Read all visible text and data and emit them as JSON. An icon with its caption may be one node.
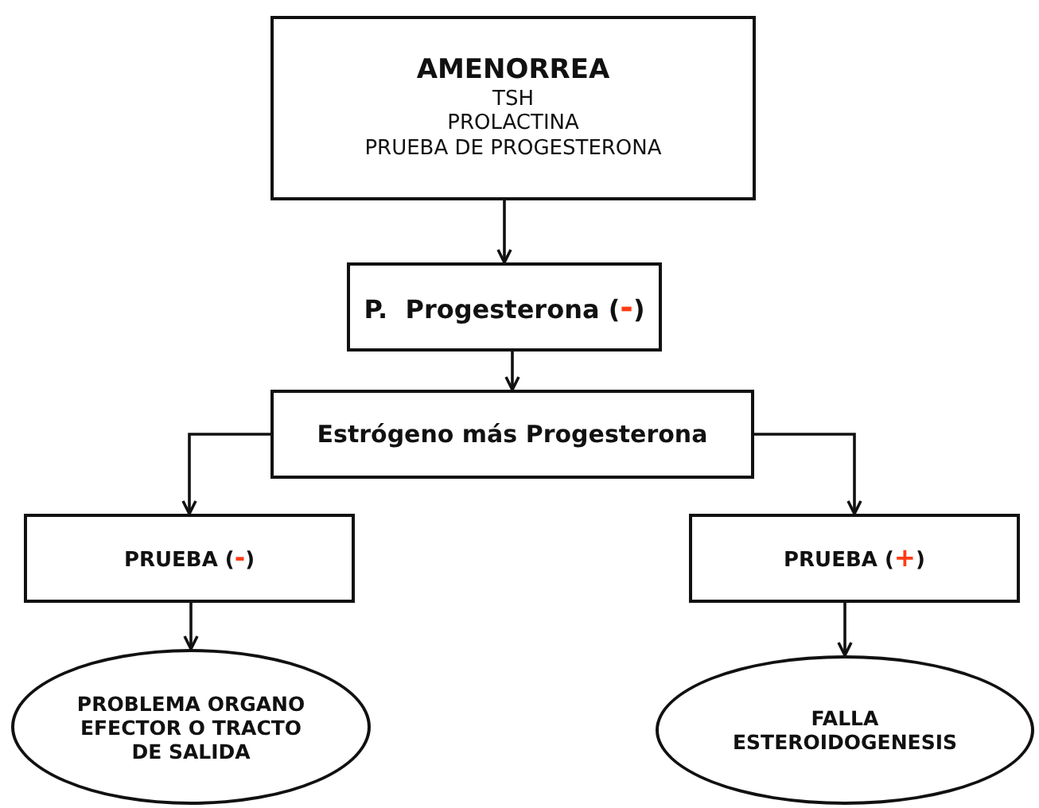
{
  "diagram": {
    "nodes": [
      {
        "text": [
          "AMENORREA",
          "TSH",
          "PROLACTINA",
          "PRUEBA DE PROGESTERONA"
        ]
      },
      {
        "text": [
          "P.  Progesterona (-)"
        ]
      },
      {
        "text": [
          "Estrógeno más Progesterona"
        ]
      },
      {
        "text": [
          "PRUEBA (-)"
        ]
      },
      {
        "text": [
          "PRUEBA (+)"
        ]
      },
      {
        "text": [
          "PROBLEMA ORGANO EFECTOR O TRACTO DE SALIDA"
        ]
      },
      {
        "text": [
          "FALLA ESTEROIDOGENESIS"
        ]
      }
    ],
    "edges": [
      {
        "from": 0,
        "to": 1,
        "arrow": "to"
      },
      {
        "from": 1,
        "to": 2,
        "arrow": "to"
      },
      {
        "from": 2,
        "to": 3,
        "arrow": "to"
      },
      {
        "from": 2,
        "to": 4,
        "arrow": "to"
      },
      {
        "from": 3,
        "to": 5,
        "arrow": "to"
      },
      {
        "from": 4,
        "to": 6,
        "arrow": "to"
      }
    ]
  }
}
